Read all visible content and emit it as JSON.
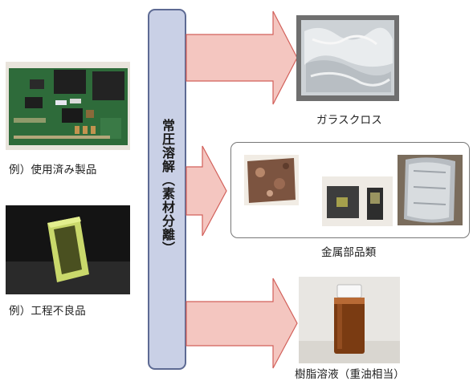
{
  "process": {
    "label": "常圧溶解（素材分離）"
  },
  "inputs": [
    {
      "name": "example-used-product",
      "caption": "例）使用済み製品"
    },
    {
      "name": "example-defective-product",
      "caption": "例）工程不良品"
    }
  ],
  "outputs": [
    {
      "name": "glass-cloth",
      "caption": "ガラスクロス"
    },
    {
      "name": "metal-parts",
      "caption": "金属部品類"
    },
    {
      "name": "resin-solution",
      "caption": "樹脂溶液（重油相当）"
    }
  ],
  "colors": {
    "bar_fill": "#c9d0e6",
    "bar_border": "#5d6a93",
    "arrow_fill": "#f4c6c0",
    "arrow_stroke": "#d2605a",
    "group_border": "#777777"
  }
}
